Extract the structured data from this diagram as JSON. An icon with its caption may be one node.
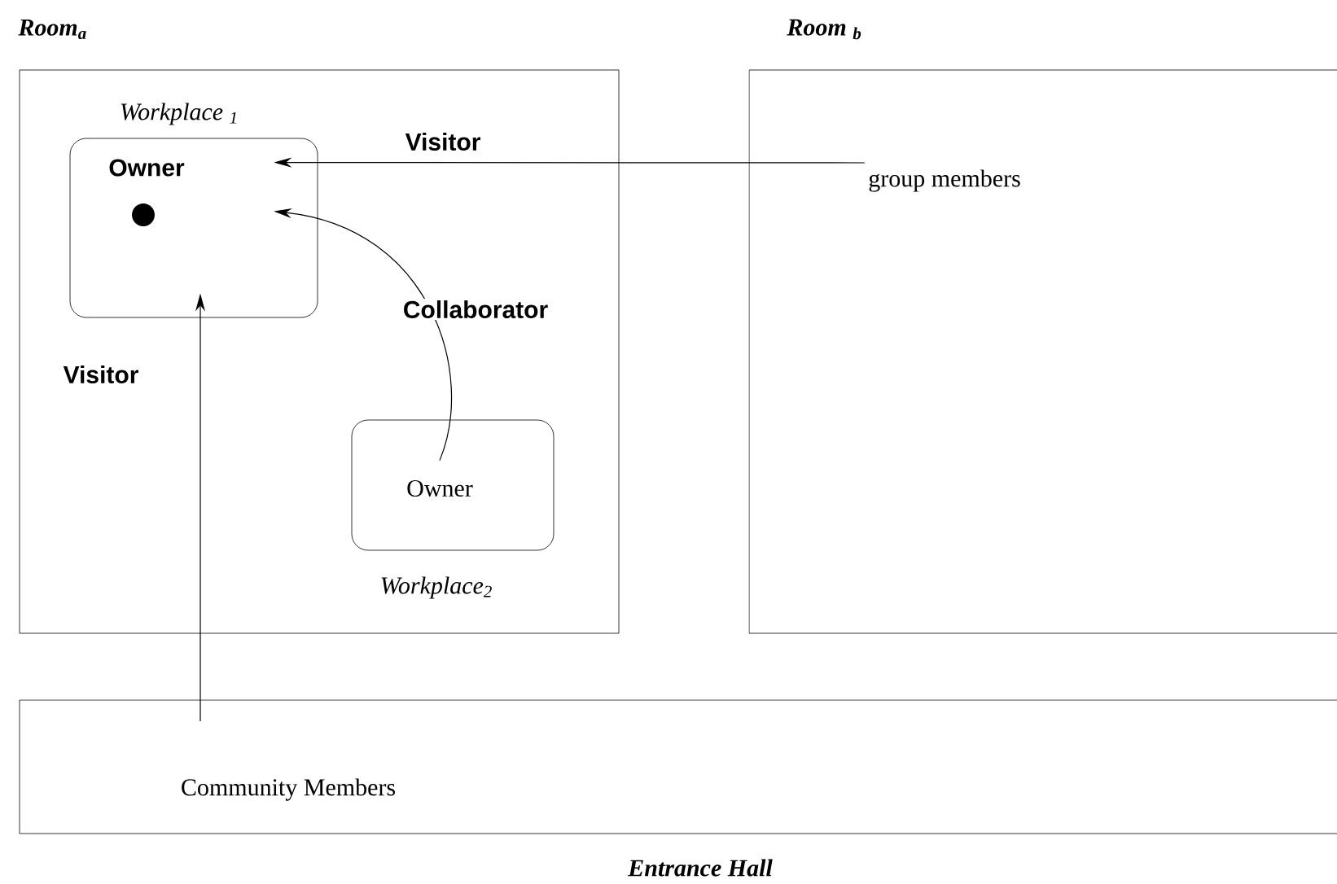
{
  "diagram": {
    "nodes": [
      {
        "text": [
          "Room$_{a}$"
        ]
      },
      {
        "text": [
          "Workplace $_{1}$",
          "Owner"
        ],
        "in": 0
      },
      {
        "text": [
          "Owner",
          "Workplace$_{2}$"
        ],
        "in": 0
      },
      {
        "text": [
          "Room $_{b}$"
        ]
      },
      {
        "text": [
          "group members"
        ],
        "in": 3
      },
      {
        "text": [
          "Entrance Hall"
        ]
      },
      {
        "text": [
          "Community Members"
        ],
        "in": 5
      }
    ],
    "edges": [
      {
        "from": 4,
        "to": 1,
        "arrow": "to",
        "label": "Visitor"
      },
      {
        "from": 2,
        "to": 1,
        "arrow": "to",
        "label": "Collaborator"
      },
      {
        "from": 6,
        "to": 1,
        "arrow": "to",
        "label": "Visitor"
      }
    ]
  }
}
